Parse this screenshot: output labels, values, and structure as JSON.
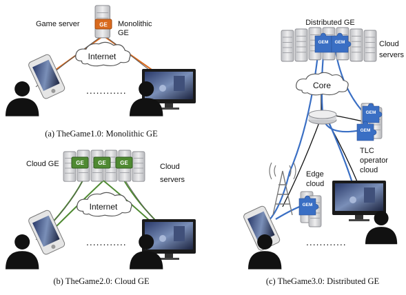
{
  "panel_a": {
    "game_server_label": "Game server",
    "monolithic_label_1": "Monolithic",
    "monolithic_label_2": "GE",
    "chip_label": "GE",
    "internet_label": "Internet",
    "dots": "............",
    "caption": "(a) TheGame1.0: Monolithic GE"
  },
  "panel_b": {
    "cloud_ge_label": "Cloud GE",
    "chip_labels": [
      "GE",
      "GE",
      "GE"
    ],
    "cloud_label_1": "Cloud",
    "cloud_label_2": "servers",
    "internet_label": "Internet",
    "dots": "............",
    "caption": "(b) TheGame2.0: Cloud GE"
  },
  "panel_c": {
    "distributed_label": "Distributed GE",
    "gem_label": "GEM",
    "cloud_label_1": "Cloud",
    "cloud_label_2": "servers",
    "core_label": "Core",
    "tlc_label_1": "TLC",
    "tlc_label_2": "operator",
    "tlc_label_3": "cloud",
    "edge_label_1": "Edge",
    "edge_label_2": "cloud",
    "dots": "............",
    "caption": "(c) TheGame3.0: Distributed GE"
  },
  "colors": {
    "orange": "#d96a1e",
    "green": "#4f8a32",
    "blue": "#3a6fc4",
    "server": "#d9d9dc"
  }
}
